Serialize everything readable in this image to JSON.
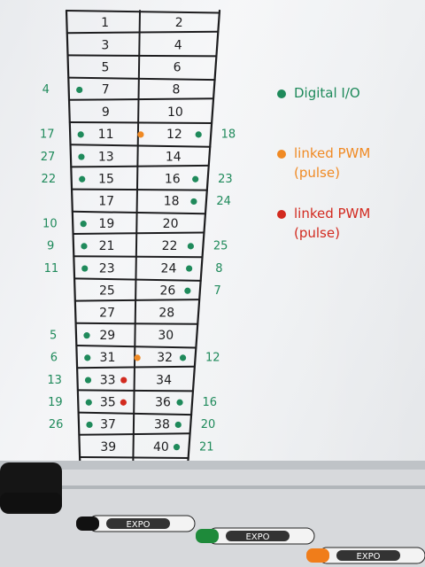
{
  "grid": {
    "rows": [
      [
        "1",
        "2"
      ],
      [
        "3",
        "4"
      ],
      [
        "5",
        "6"
      ],
      [
        "7",
        "8"
      ],
      [
        "9",
        "10"
      ],
      [
        "11",
        "12"
      ],
      [
        "13",
        "14"
      ],
      [
        "15",
        "16"
      ],
      [
        "17",
        "18"
      ],
      [
        "19",
        "20"
      ],
      [
        "21",
        "22"
      ],
      [
        "23",
        "24"
      ],
      [
        "25",
        "26"
      ],
      [
        "27",
        "28"
      ],
      [
        "29",
        "30"
      ],
      [
        "31",
        "32"
      ],
      [
        "33",
        "34"
      ],
      [
        "35",
        "36"
      ],
      [
        "37",
        "38"
      ],
      [
        "39",
        "40"
      ]
    ]
  },
  "annotations": {
    "left": [
      {
        "row": 3,
        "text": "4"
      },
      {
        "row": 5,
        "text": "17"
      },
      {
        "row": 6,
        "text": "27"
      },
      {
        "row": 7,
        "text": "22"
      },
      {
        "row": 9,
        "text": "10"
      },
      {
        "row": 10,
        "text": "9"
      },
      {
        "row": 11,
        "text": "11"
      },
      {
        "row": 14,
        "text": "5"
      },
      {
        "row": 15,
        "text": "6"
      },
      {
        "row": 16,
        "text": "13"
      },
      {
        "row": 17,
        "text": "19"
      },
      {
        "row": 18,
        "text": "26"
      }
    ],
    "right": [
      {
        "row": 5,
        "text": "18"
      },
      {
        "row": 7,
        "text": "23"
      },
      {
        "row": 8,
        "text": "24"
      },
      {
        "row": 10,
        "text": "25"
      },
      {
        "row": 11,
        "text": "8"
      },
      {
        "row": 12,
        "text": "7"
      },
      {
        "row": 15,
        "text": "12"
      },
      {
        "row": 17,
        "text": "16"
      },
      {
        "row": 18,
        "text": "20"
      },
      {
        "row": 19,
        "text": "21"
      }
    ]
  },
  "dots": [
    {
      "row": 3,
      "side": "L",
      "color": "green"
    },
    {
      "row": 5,
      "side": "L",
      "color": "green"
    },
    {
      "row": 5,
      "side": "R",
      "color": "orange"
    },
    {
      "row": 5,
      "side": "R2",
      "color": "green"
    },
    {
      "row": 6,
      "side": "L",
      "color": "green"
    },
    {
      "row": 7,
      "side": "L",
      "color": "green"
    },
    {
      "row": 7,
      "side": "R2",
      "color": "green"
    },
    {
      "row": 8,
      "side": "R2",
      "color": "green"
    },
    {
      "row": 9,
      "side": "L",
      "color": "green"
    },
    {
      "row": 10,
      "side": "L",
      "color": "green"
    },
    {
      "row": 10,
      "side": "R2",
      "color": "green"
    },
    {
      "row": 11,
      "side": "L",
      "color": "green"
    },
    {
      "row": 11,
      "side": "R2",
      "color": "green"
    },
    {
      "row": 12,
      "side": "R2",
      "color": "green"
    },
    {
      "row": 14,
      "side": "L",
      "color": "green"
    },
    {
      "row": 15,
      "side": "L",
      "color": "green"
    },
    {
      "row": 15,
      "side": "R",
      "color": "orange"
    },
    {
      "row": 15,
      "side": "R2",
      "color": "green"
    },
    {
      "row": 16,
      "side": "L",
      "color": "green"
    },
    {
      "row": 16,
      "side": "M",
      "color": "red"
    },
    {
      "row": 17,
      "side": "L",
      "color": "green"
    },
    {
      "row": 17,
      "side": "M",
      "color": "red"
    },
    {
      "row": 17,
      "side": "R2",
      "color": "green"
    },
    {
      "row": 18,
      "side": "L",
      "color": "green"
    },
    {
      "row": 18,
      "side": "R2",
      "color": "green"
    },
    {
      "row": 19,
      "side": "R2",
      "color": "green"
    }
  ],
  "legend": [
    {
      "color": "green",
      "lines": [
        "Digital I/O"
      ]
    },
    {
      "color": "orange",
      "lines": [
        "linked PWM",
        "(pulse)"
      ]
    },
    {
      "color": "red",
      "lines": [
        "linked PWM",
        "(pulse)"
      ]
    }
  ],
  "colors": {
    "ink": "#1d1d1f",
    "green": "#1f8a5b",
    "orange": "#f08a24",
    "red": "#d22a1f"
  },
  "tray_markers": [
    {
      "label": "EXPO",
      "cap": "#111111",
      "body": "#f3f3f3"
    },
    {
      "label": "EXPO",
      "cap": "#1e8a3a",
      "body": "#f3f3f3"
    },
    {
      "label": "EXPO",
      "cap": "#f07d1a",
      "body": "#f3f3f3"
    }
  ]
}
